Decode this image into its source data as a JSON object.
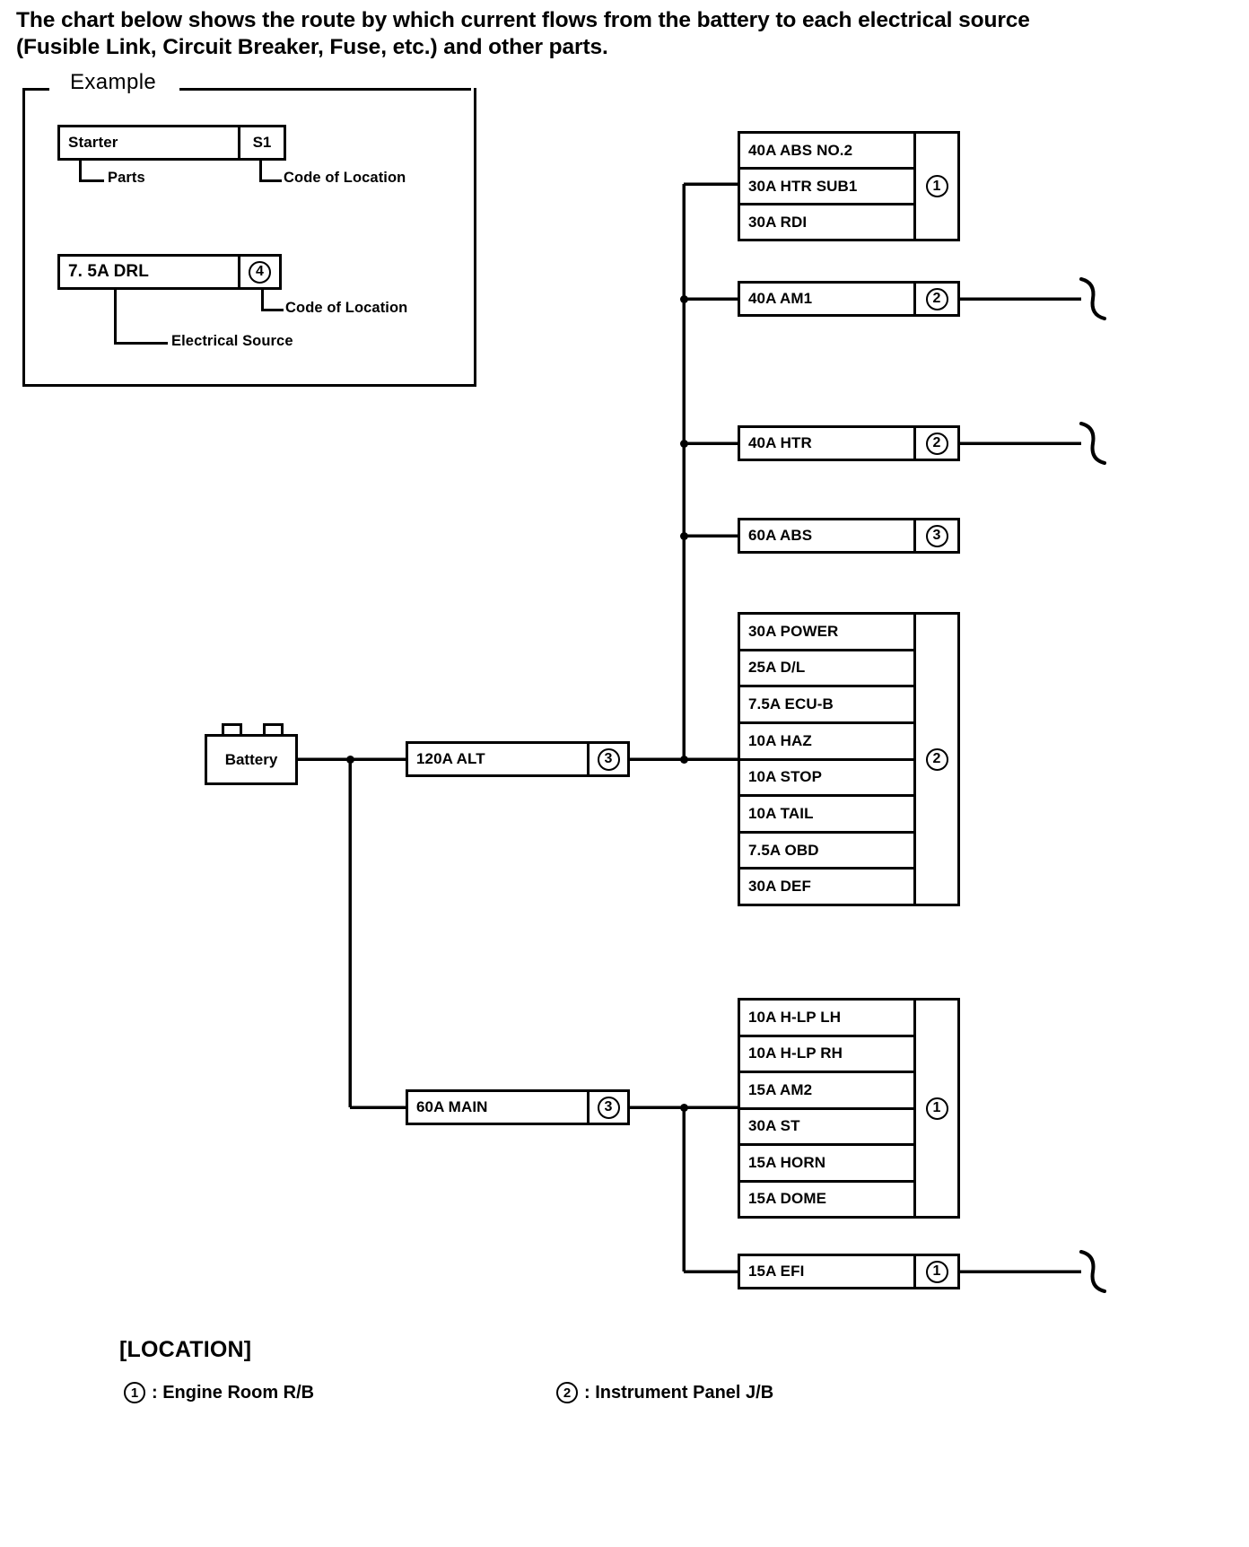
{
  "intro": {
    "line1": "The chart below shows the route by which current flows from the battery to each electrical source",
    "line2": "(Fusible Link, Circuit Breaker, Fuse, etc.) and other parts."
  },
  "example": {
    "title": "Example",
    "item1": {
      "name": "Starter",
      "code": "S1"
    },
    "item1_labels": {
      "parts": "Parts",
      "code": "Code of Location"
    },
    "item2": {
      "name": "7. 5A DRL",
      "code": "4"
    },
    "item2_labels": {
      "source": "Electrical Source",
      "code": "Code of Location"
    }
  },
  "battery": {
    "label": "Battery"
  },
  "fusible_links": [
    {
      "name": "120A ALT",
      "code": "3"
    },
    {
      "name": "60A MAIN",
      "code": "3"
    }
  ],
  "groups": [
    {
      "id": "group-erb-top",
      "code": "1",
      "fuses": [
        "40A ABS NO.2",
        "30A HTR SUB1",
        "30A RDI"
      ]
    },
    {
      "id": "group-ipjb-main",
      "code": "2",
      "fuses": [
        "30A POWER",
        "25A D/L",
        "7.5A ECU-B",
        "10A HAZ",
        "10A STOP",
        "10A TAIL",
        "7.5A OBD",
        "30A DEF"
      ]
    },
    {
      "id": "group-erb-bottom",
      "code": "1",
      "fuses": [
        "10A H-LP LH",
        "10A H-LP RH",
        "15A AM2",
        "30A ST",
        "15A HORN",
        "15A DOME"
      ]
    }
  ],
  "single_fuses": [
    {
      "id": "fuse-am1",
      "name": "40A AM1",
      "code": "2",
      "continues": true
    },
    {
      "id": "fuse-htr",
      "name": "40A HTR",
      "code": "2",
      "continues": true
    },
    {
      "id": "fuse-abs",
      "name": "60A ABS",
      "code": "3",
      "continues": false
    },
    {
      "id": "fuse-efi",
      "name": "15A EFI",
      "code": "1",
      "continues": true
    }
  ],
  "location": {
    "title": "[LOCATION]",
    "entries": [
      {
        "code": "1",
        "text": ": Engine Room R/B"
      },
      {
        "code": "2",
        "text": ": Instrument Panel J/B"
      }
    ]
  },
  "colors": {
    "line": "#000000",
    "background": "#ffffff"
  }
}
